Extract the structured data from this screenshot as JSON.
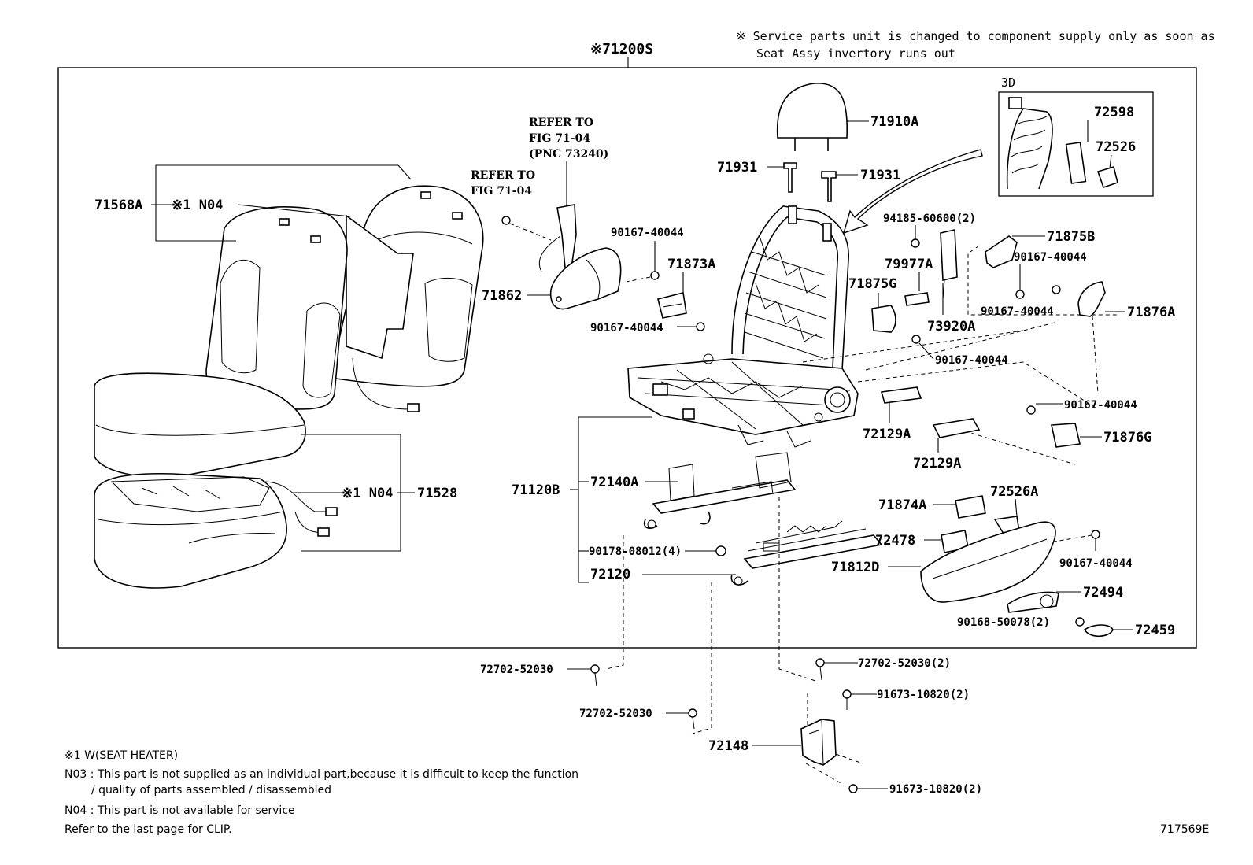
{
  "header_note": {
    "line1": "※ Service parts unit is changed to component supply only as soon as",
    "line2": "Seat Assy invertory runs out"
  },
  "assembly_label": "※71200S",
  "inset_label": "3D",
  "references": {
    "ref1_line1": "REFER TO",
    "ref1_line2": "FIG 71-04",
    "ref1_line3": "(PNC 73240)",
    "ref2_line1": "REFER TO",
    "ref2_line2": "FIG 71-04"
  },
  "parts": {
    "p71910A": "71910A",
    "p71931_left": "71931",
    "p71931_right": "71931",
    "p72598": "72598",
    "p72526": "72526",
    "p71568A": "71568A",
    "p_x1n04_top": "※1 N04",
    "p90167_a": "90167-40044",
    "p71873A": "71873A",
    "p71862": "71862",
    "p90167_b": "90167-40044",
    "p94185": "94185-60600(2)",
    "p71875B": "71875B",
    "p90167_c": "90167-40044",
    "p79977A": "79977A",
    "p71875G": "71875G",
    "p73920A": "73920A",
    "p90167_d": "90167-40044",
    "p71876A": "71876A",
    "p90167_e": "90167-40044",
    "p90167_f": "90167-40044",
    "p71876G": "71876G",
    "p72129A_1": "72129A",
    "p72129A_2": "72129A",
    "p71120B": "71120B",
    "p72140A": "72140A",
    "p71874A": "71874A",
    "p72526A": "72526A",
    "p_x1n04_bottom": "※1 N04",
    "p71528": "71528",
    "p72478": "72478",
    "p90178": "90178-08012(4)",
    "p71812D": "71812D",
    "p90167_g": "90167-40044",
    "p72120": "72120",
    "p72494": "72494",
    "p90168": "90168-50078(2)",
    "p72459": "72459",
    "p72702_a": "72702-52030",
    "p72702_b": "72702-52030(2)",
    "p91673_a": "91673-10820(2)",
    "p72702_c": "72702-52030",
    "p72148": "72148",
    "p91673_b": "91673-10820(2)"
  },
  "footnotes": {
    "f1": "※1  W(SEAT HEATER)",
    "f2": "N03 : This part is not supplied as an individual part,because it is difficult to keep the function",
    "f3": "/ quality of parts assembled / disassembled",
    "f4": "N04 : This part is not available for service",
    "f5": "Refer to the last page for CLIP."
  },
  "figure_id": "717569E"
}
